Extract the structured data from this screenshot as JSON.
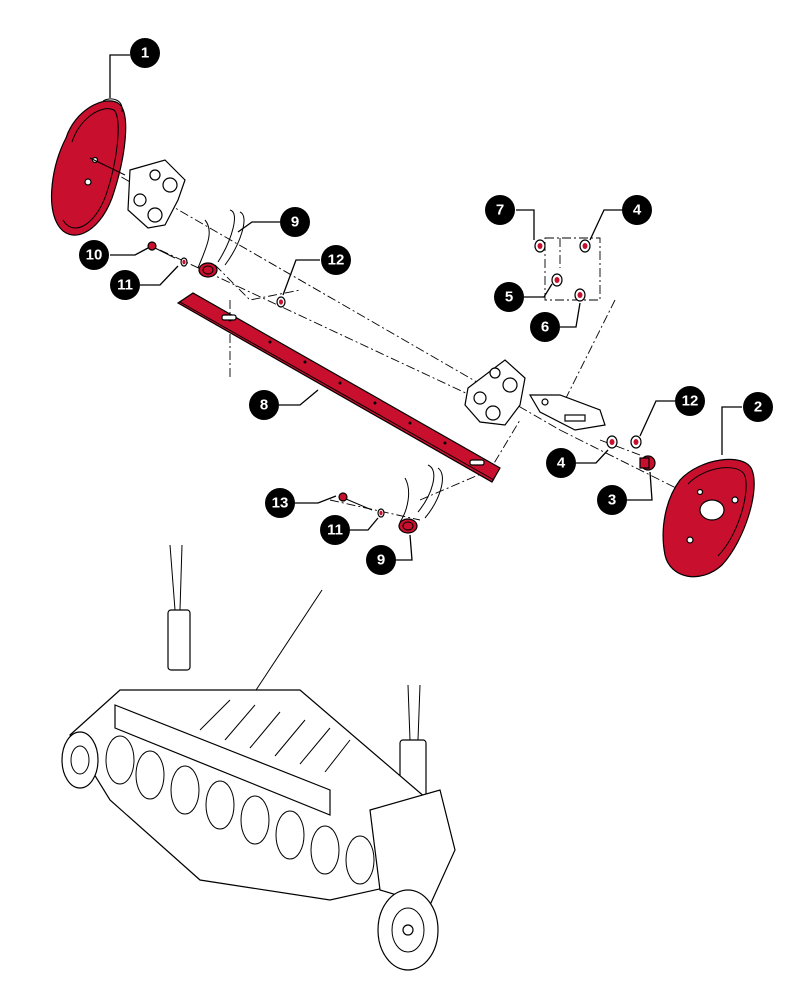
{
  "colors": {
    "highlight": "#c8102e",
    "callout": "#000000",
    "outline": "#000000",
    "background": "#ffffff"
  },
  "callouts": [
    {
      "id": "c1",
      "label": "1"
    },
    {
      "id": "c2",
      "label": "2"
    },
    {
      "id": "c7",
      "label": "7"
    },
    {
      "id": "c4a",
      "label": "4"
    },
    {
      "id": "c9a",
      "label": "9"
    },
    {
      "id": "c10",
      "label": "10"
    },
    {
      "id": "c12a",
      "label": "12"
    },
    {
      "id": "c11a",
      "label": "11"
    },
    {
      "id": "c5",
      "label": "5"
    },
    {
      "id": "c6",
      "label": "6"
    },
    {
      "id": "c8",
      "label": "8"
    },
    {
      "id": "c12b",
      "label": "12"
    },
    {
      "id": "c4b",
      "label": "4"
    },
    {
      "id": "c3",
      "label": "3"
    },
    {
      "id": "c13",
      "label": "13"
    },
    {
      "id": "c11b",
      "label": "11"
    },
    {
      "id": "c9b",
      "label": "9"
    }
  ]
}
